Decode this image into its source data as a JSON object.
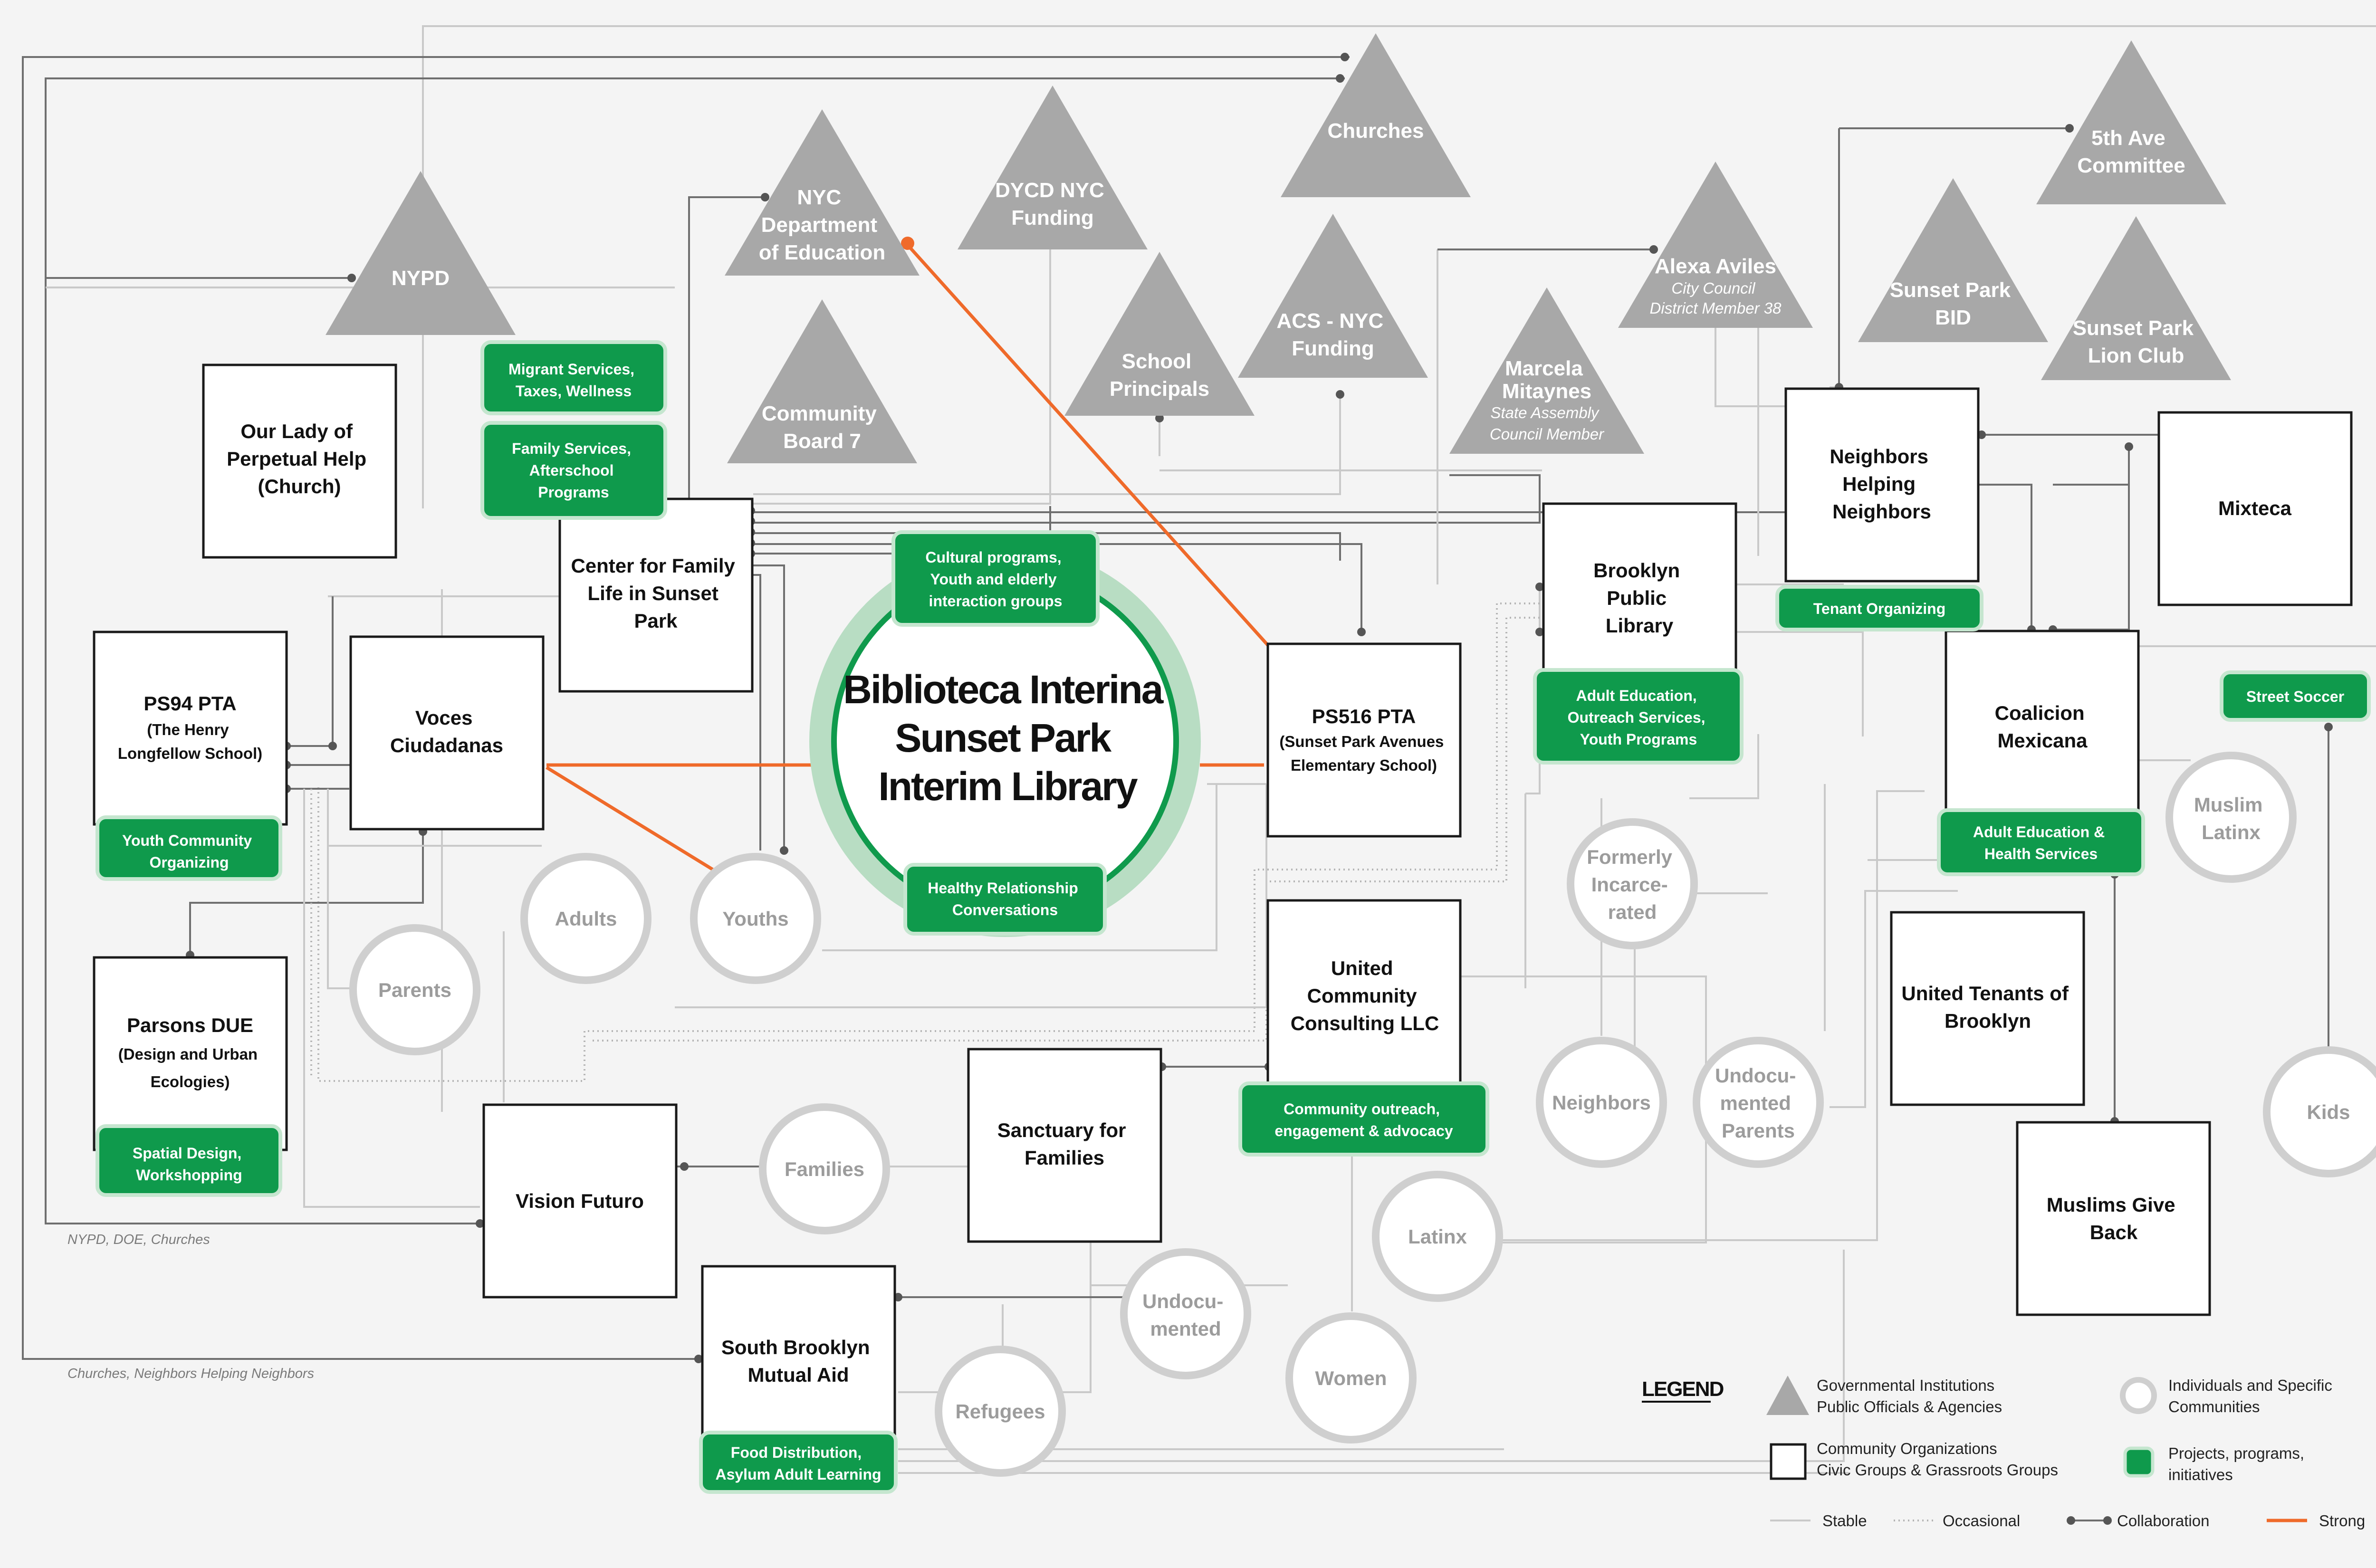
{
  "diagram": {
    "center": {
      "lines": [
        "Biblioteca Interina",
        "Sunset Park",
        "Interim Library"
      ]
    },
    "government": [
      {
        "id": "nypd",
        "lines": [
          "NYPD"
        ]
      },
      {
        "id": "doe",
        "lines": [
          "NYC",
          "Department",
          "of Education"
        ]
      },
      {
        "id": "dycd",
        "lines": [
          "DYCD NYC",
          "Funding"
        ]
      },
      {
        "id": "churches",
        "lines": [
          "Churches"
        ]
      },
      {
        "id": "cb7",
        "lines": [
          "Community",
          "Board 7"
        ]
      },
      {
        "id": "principals",
        "lines": [
          "School",
          "Principals"
        ]
      },
      {
        "id": "acs",
        "lines": [
          "ACS - NYC",
          "Funding"
        ]
      },
      {
        "id": "aviles",
        "lines": [
          "Alexa Aviles"
        ],
        "sub": [
          "City Council",
          "District Member 38"
        ]
      },
      {
        "id": "mitaynes",
        "lines": [
          "Marcela",
          "Mitaynes"
        ],
        "sub": [
          "State Assembly",
          "Council Member"
        ]
      },
      {
        "id": "bid",
        "lines": [
          "Sunset Park",
          "BID"
        ]
      },
      {
        "id": "fifth",
        "lines": [
          "5th Ave",
          "Committee"
        ]
      },
      {
        "id": "lion",
        "lines": [
          "Sunset Park",
          "Lion Club"
        ]
      }
    ],
    "organizations": [
      {
        "id": "olph",
        "lines": [
          "Our Lady of",
          "Perpetual Help",
          "(Church)"
        ],
        "sub": []
      },
      {
        "id": "cffl",
        "lines": [
          "Center for Family",
          "Life in Sunset",
          "Park"
        ],
        "sub": []
      },
      {
        "id": "ps94",
        "lines": [
          "PS94 PTA"
        ],
        "sub": [
          "(The Henry",
          "Longfellow School)"
        ]
      },
      {
        "id": "voces",
        "lines": [
          "Voces",
          "Ciudadanas"
        ],
        "sub": []
      },
      {
        "id": "parsons",
        "lines": [
          "Parsons DUE"
        ],
        "sub": [
          "(Design and Urban",
          "Ecologies)"
        ]
      },
      {
        "id": "ps516",
        "lines": [
          "PS516 PTA"
        ],
        "sub": [
          "(Sunset Park Avenues",
          "Elementary School)"
        ]
      },
      {
        "id": "bpl",
        "lines": [
          "Brooklyn",
          "Public",
          "Library"
        ],
        "sub": []
      },
      {
        "id": "nhn",
        "lines": [
          "Neighbors",
          "Helping",
          "Neighbors"
        ],
        "sub": []
      },
      {
        "id": "mixteca",
        "lines": [
          "Mixteca"
        ],
        "sub": []
      },
      {
        "id": "coalicion",
        "lines": [
          "Coalicion",
          "Mexicana"
        ],
        "sub": []
      },
      {
        "id": "ucc",
        "lines": [
          "United",
          "Community",
          "Consulting LLC"
        ],
        "sub": []
      },
      {
        "id": "sanctuary",
        "lines": [
          "Sanctuary for",
          "Families"
        ],
        "sub": []
      },
      {
        "id": "vision",
        "lines": [
          "Vision Futuro"
        ],
        "sub": []
      },
      {
        "id": "sbma",
        "lines": [
          "South Brooklyn",
          "Mutual Aid"
        ],
        "sub": []
      },
      {
        "id": "utb",
        "lines": [
          "United Tenants of",
          "Brooklyn"
        ],
        "sub": []
      },
      {
        "id": "mgb",
        "lines": [
          "Muslims Give",
          "Back"
        ],
        "sub": []
      }
    ],
    "individuals": [
      {
        "id": "adults",
        "lines": [
          "Adults"
        ]
      },
      {
        "id": "youths",
        "lines": [
          "Youths"
        ]
      },
      {
        "id": "parents",
        "lines": [
          "Parents"
        ]
      },
      {
        "id": "families",
        "lines": [
          "Families"
        ]
      },
      {
        "id": "formerly",
        "lines": [
          "Formerly",
          "Incarce-",
          "rated"
        ]
      },
      {
        "id": "muslim",
        "lines": [
          "Muslim",
          "Latinx"
        ]
      },
      {
        "id": "neighbors",
        "lines": [
          "Neighbors"
        ]
      },
      {
        "id": "undocparents",
        "lines": [
          "Undocu-",
          "mented",
          "Parents"
        ]
      },
      {
        "id": "latinx",
        "lines": [
          "Latinx"
        ]
      },
      {
        "id": "undoc",
        "lines": [
          "Undocu-",
          "mented"
        ]
      },
      {
        "id": "women",
        "lines": [
          "Women"
        ]
      },
      {
        "id": "refugees",
        "lines": [
          "Refugees"
        ]
      },
      {
        "id": "kids",
        "lines": [
          "Kids"
        ]
      }
    ],
    "projects": [
      {
        "id": "migrant",
        "lines": [
          "Migrant Services,",
          "Taxes, Wellness"
        ]
      },
      {
        "id": "family",
        "lines": [
          "Family Services,",
          "Afterschool",
          "Programs"
        ]
      },
      {
        "id": "cultural",
        "lines": [
          "Cultural programs,",
          "Youth and elderly",
          "interaction groups"
        ]
      },
      {
        "id": "healthy",
        "lines": [
          "Healthy Relationship",
          "Conversations"
        ]
      },
      {
        "id": "ycorg",
        "lines": [
          "Youth Community",
          "Organizing"
        ]
      },
      {
        "id": "spatial",
        "lines": [
          "Spatial Design,",
          "Workshopping"
        ]
      },
      {
        "id": "adulted",
        "lines": [
          "Adult Education,",
          "Outreach Services,",
          "Youth Programs"
        ]
      },
      {
        "id": "tenant",
        "lines": [
          "Tenant Organizing"
        ]
      },
      {
        "id": "adulthealth",
        "lines": [
          "Adult Education &",
          "Health Services"
        ]
      },
      {
        "id": "soccer",
        "lines": [
          "Street Soccer"
        ]
      },
      {
        "id": "outreach",
        "lines": [
          "Community outreach,",
          "engagement & advocacy"
        ]
      },
      {
        "id": "food",
        "lines": [
          "Food Distribution,",
          "Asylum Adult Learning"
        ]
      }
    ],
    "notes": {
      "left": "NYPD, DOE, Churches",
      "bottom": "Churches, Neighbors Helping Neighbors"
    }
  },
  "legend": {
    "title": "LEGEND",
    "gov": [
      "Governmental Institutions",
      "Public Officials & Agencies"
    ],
    "org": [
      "Community Organizations",
      "Civic Groups & Grassroots Groups"
    ],
    "ind": [
      "Individuals and Specific",
      "Communities"
    ],
    "proj": [
      "Projects, programs,",
      "initiatives"
    ],
    "stable": "Stable",
    "occasional": "Occasional",
    "collaboration": "Collaboration",
    "strong": "Strong"
  },
  "colors": {
    "government": "#a8a8a8",
    "project": "#0f9a4c",
    "strong": "#ef6a2a",
    "individual_ring": "#cfcfcf"
  }
}
